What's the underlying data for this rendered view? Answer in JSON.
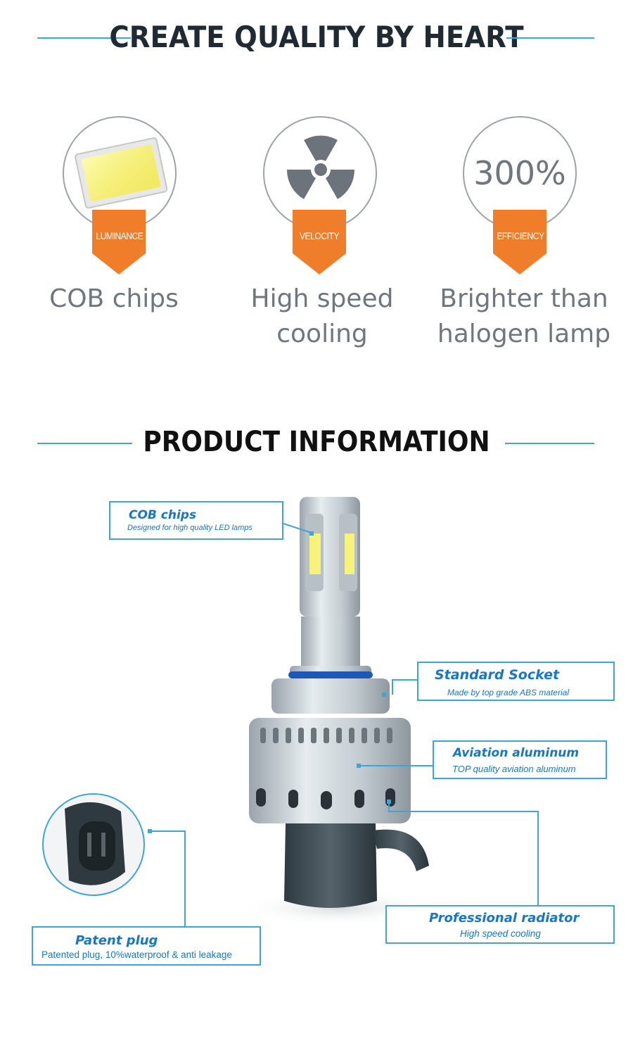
{
  "section1": {
    "heading": "CREATE QUALITY BY HEART",
    "features": [
      {
        "badge": "LUMINANCE",
        "title_lines": [
          "COB chips"
        ],
        "icon": "cob-chip-icon"
      },
      {
        "badge": "VELOCITY",
        "title_lines": [
          "High speed",
          "cooling"
        ],
        "icon": "fan-icon"
      },
      {
        "badge": "EFFICIENCY",
        "title_lines": [
          "Brighter than",
          "halogen lamp"
        ],
        "icon": "percent-icon",
        "value": "300%"
      }
    ]
  },
  "section2": {
    "heading": "PRODUCT INFORMATION",
    "callouts": {
      "cob": {
        "title": "COB chips",
        "sub": "Designed for high quality LED lamps"
      },
      "socket": {
        "title": "Standard Socket",
        "sub": "Made by top grade ABS material"
      },
      "aluminum": {
        "title": "Aviation aluminum",
        "sub": "TOP quality aviation aluminum"
      },
      "plug": {
        "title": "Patent plug",
        "sub": "Patented plug, 10%waterproof & anti leakage"
      },
      "radiator": {
        "title": "Professional radiator",
        "sub": "High speed cooling"
      }
    }
  },
  "colors": {
    "accent": "#3ea6d4",
    "badge": "#f07d2a",
    "text_blue": "#1777c6",
    "heading": "#1f2a33"
  }
}
